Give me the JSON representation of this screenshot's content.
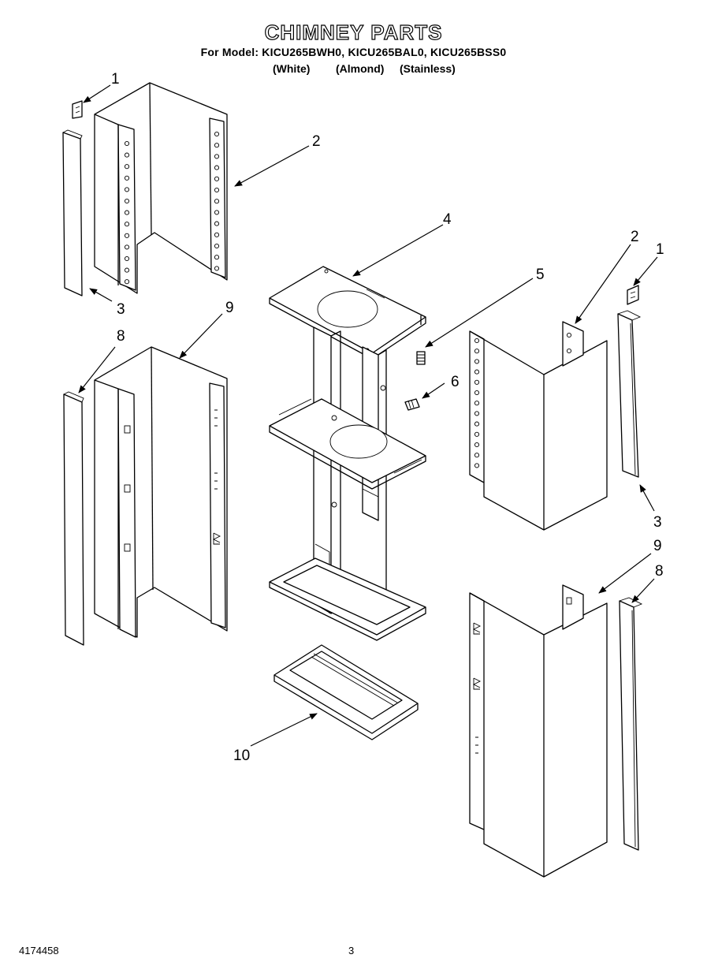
{
  "header": {
    "title": "CHIMNEY PARTS",
    "models_line": "For Model: KICU265BWH0, KICU265BAL0, KICU265BSS0",
    "finishes": [
      "(White)",
      "(Almond)",
      "(Stainless)"
    ]
  },
  "footer": {
    "doc_number": "4174458",
    "page_number": "3"
  },
  "callouts": {
    "c1a": "1",
    "c2a": "2",
    "c3a": "3",
    "c9a": "9",
    "c8a": "8",
    "c4": "4",
    "c5": "5",
    "c6": "6",
    "c10": "10",
    "c2b": "2",
    "c1b": "1",
    "c3b": "3",
    "c9b": "9",
    "c8b": "8"
  }
}
